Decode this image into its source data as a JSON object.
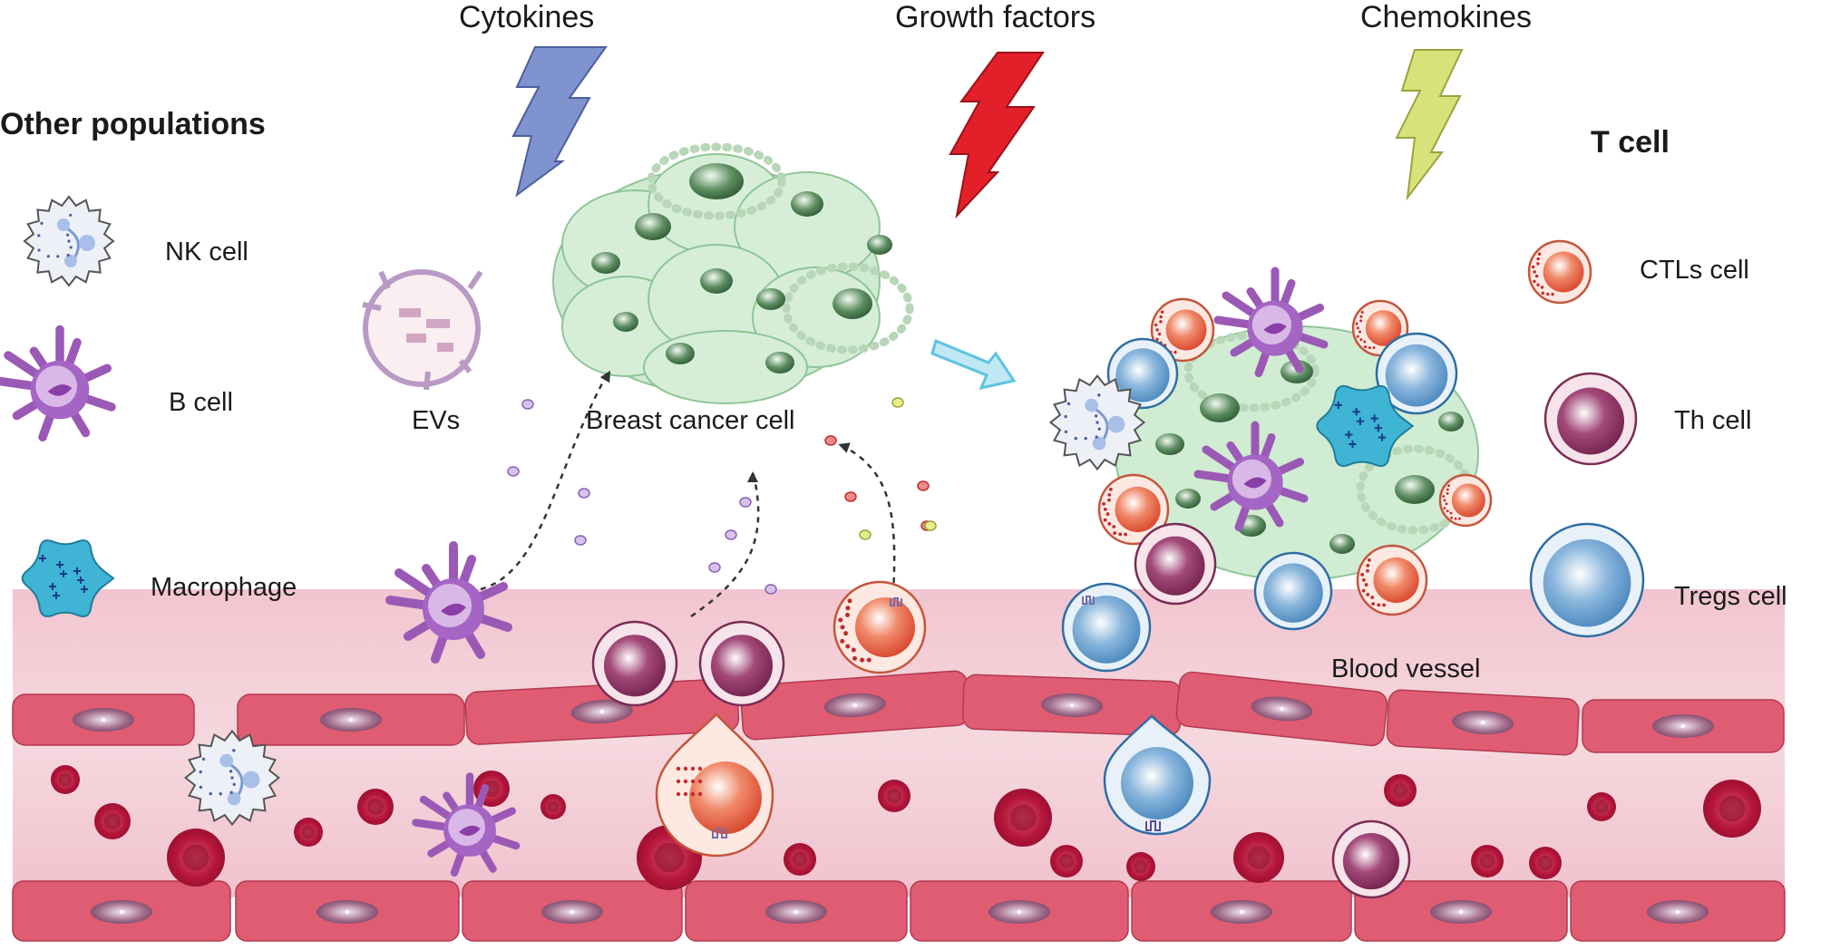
{
  "signals": {
    "cytokines": "Cytokines",
    "growth_factors": "Growth factors",
    "chemokines": "Chemokines"
  },
  "headers": {
    "other_populations": "Other populations",
    "t_cell": "T cell"
  },
  "legend_left": {
    "nk": "NK cell",
    "b": "B cell",
    "macrophage": "Macrophage"
  },
  "legend_right": {
    "ctls": "CTLs cell",
    "th": "Th cell",
    "tregs": "Tregs cell"
  },
  "labels": {
    "evs": "EVs",
    "breast_cancer_cell": "Breast cancer cell",
    "blood_vessel": "Blood vessel"
  },
  "colors": {
    "cytokines_bolt": "#7f93cf",
    "growth_bolt": "#e3202a",
    "chemokines_bolt": "#d8e27a",
    "tumor": "#d3ecd5",
    "vessel_wall": "#e05c72",
    "vessel_lumen": "#f3cdd6",
    "rbc": "#b4143a",
    "arrow": "#5ec3e0"
  }
}
